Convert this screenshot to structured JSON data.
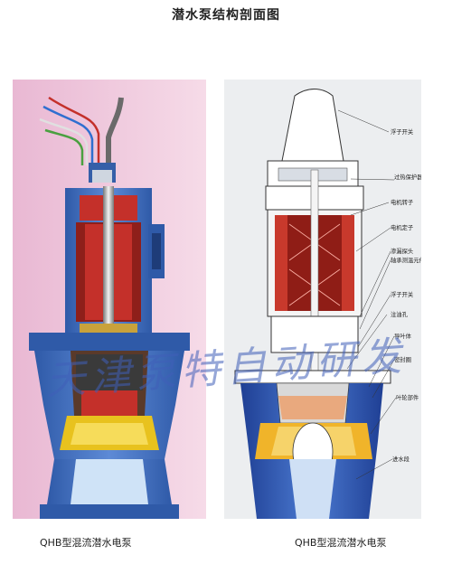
{
  "title": "潜水泵结构剖面图",
  "left_panel": {
    "caption": "QHB型混流潜水电泵",
    "colors": {
      "background": "#efc6dd",
      "body": "#3f6fc2",
      "motor": "#c4302a",
      "impeller": "#e8c21e"
    }
  },
  "right_panel": {
    "caption": "QHB型混流潜水电泵",
    "colors": {
      "background": "#eceef0",
      "body": "#2a4fae",
      "motor": "#c8392c",
      "impeller": "#f0b42a"
    },
    "labels": [
      "浮子开关",
      "过热保护器",
      "电机转子",
      "电机定子",
      "渗漏探头",
      "轴承测温元件",
      "浮子开关",
      "注油孔",
      "导叶体",
      "密封圈",
      "叶轮部件",
      "进水段"
    ]
  },
  "watermark": "天津泵特自动研发"
}
